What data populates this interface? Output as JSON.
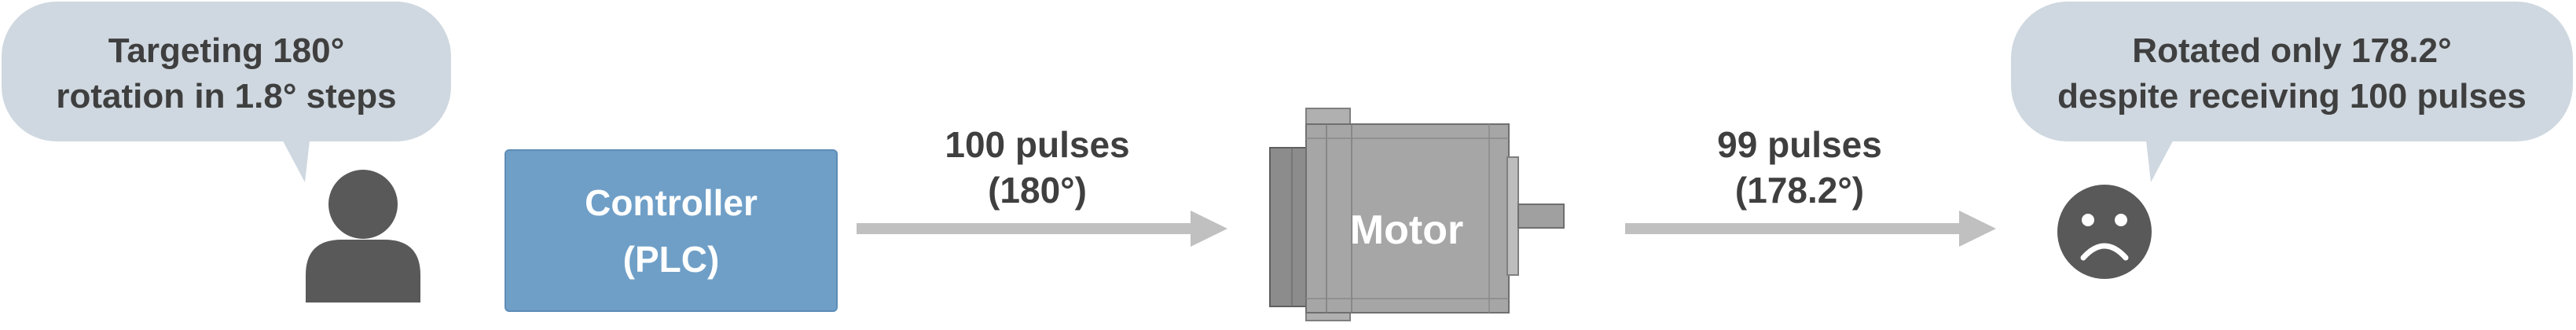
{
  "user_bubble": {
    "line1": "Targeting 180°",
    "line2": "rotation in 1.8° steps"
  },
  "result_bubble": {
    "line1": "Rotated only 178.2°",
    "line2": "despite receiving 100 pulses"
  },
  "controller": {
    "line1": "Controller",
    "line2": "(PLC)"
  },
  "arrow1_label": {
    "line1": "100 pulses",
    "line2": "(180°)"
  },
  "arrow2_label": {
    "line1": "99 pulses",
    "line2": "(178.2°)"
  },
  "motor": {
    "label": "Motor"
  },
  "icons": {
    "user": "user-icon",
    "sad_face": "sad-face-icon"
  },
  "colors": {
    "bubble": "#cfd8e0",
    "controller": "#6f9fc7",
    "arrow": "#c0c0c0",
    "icon": "#595959",
    "text": "#3f3f3f",
    "motor": "#a6a6a6"
  }
}
